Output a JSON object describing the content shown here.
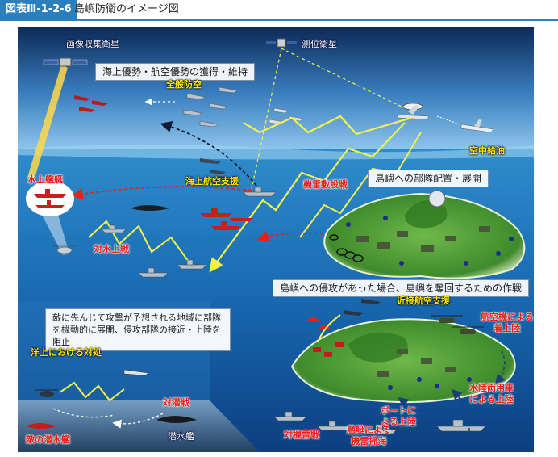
{
  "header": {
    "badge": "図表Ⅲ-1-2-6",
    "title": "島嶼防衛のイメージ図"
  },
  "labels": {
    "imaging_satellite": "画像収集衛星",
    "positioning_satellite": "測位衛星",
    "air_superiority": "海上優勢・航空優勢の獲得・維持",
    "all_round_defense": "全般防空",
    "aerial_refueling": "空中給油",
    "surface_ship": "水上艦艇",
    "maritime_air_support": "海上航空支援",
    "minelaying": "機雷敷設戦",
    "island_deployment": "島嶼への部隊配置・展開",
    "anti_ship": "対水上戦",
    "recapture": "島嶼への侵攻があった場合、島嶼を奪回するための作戦",
    "close_air_support": "近接航空支援",
    "heli_landing_1": "航空機による",
    "heli_landing_2": "着上陸",
    "prevent_1": "敵に先んじて攻撃が予想される地域に部隊",
    "prevent_2": "を機動的に展開、侵攻部隊の接近・上陸を阻止",
    "at_sea": "洋上における対処",
    "asw": "対潜戦",
    "submarine": "潜水艦",
    "enemy_submarine": "敵の潜水艦",
    "amphib_1": "水陸両用車",
    "amphib_2": "による上陸",
    "boat_1": "ボートに",
    "boat_2": "よる上陸",
    "mine_counter": "対機雷戦",
    "mine_sweep_1": "艦艇による",
    "mine_sweep_2": "機雷掃海"
  }
}
